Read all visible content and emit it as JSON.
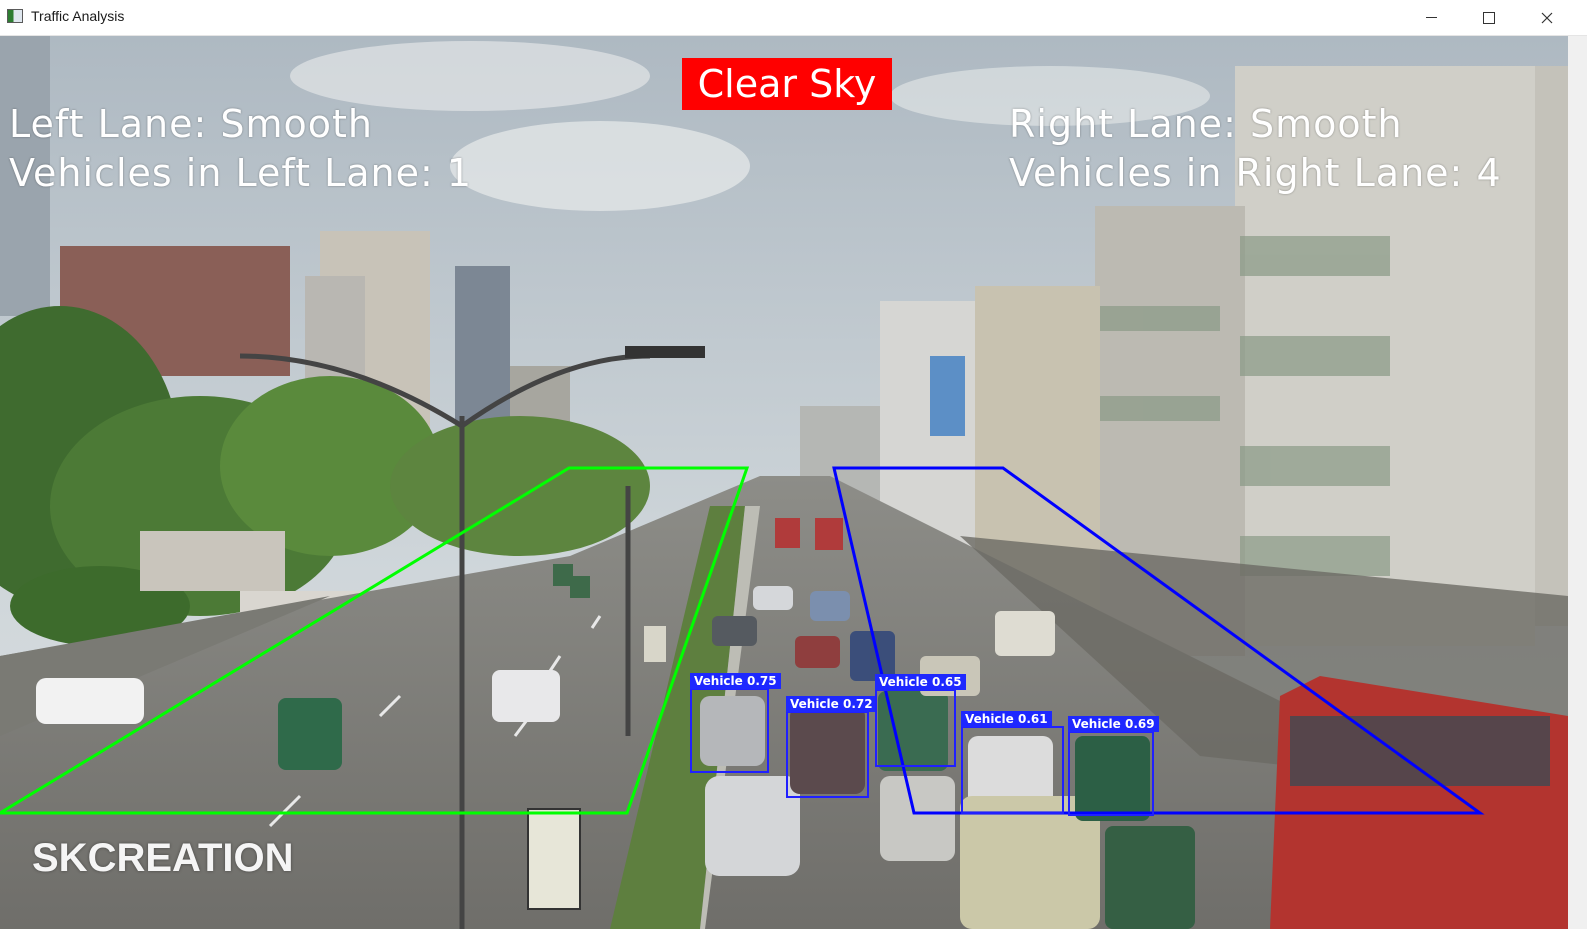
{
  "window": {
    "title": "Traffic Analysis",
    "minimize_glyph": "minimize",
    "maximize_glyph": "maximize",
    "close_glyph": "close"
  },
  "overlay": {
    "weather": "Clear Sky",
    "left_lane_status": "Left Lane: Smooth",
    "left_lane_count": "Vehicles in Left Lane: 1",
    "right_lane_status": "Right Lane: Smooth",
    "right_lane_count": "Vehicles in Right Lane: 4",
    "watermark": "SKCREATION"
  },
  "detections": [
    {
      "label": "Vehicle 0.75"
    },
    {
      "label": "Vehicle 0.72"
    },
    {
      "label": "Vehicle 0.65"
    },
    {
      "label": "Vehicle 0.61"
    },
    {
      "label": "Vehicle 0.69"
    }
  ],
  "colors": {
    "left_lane_polygon": "#00ff00",
    "right_lane_polygon": "#0000ff",
    "weather_badge": "#ff0000",
    "detection_box": "#2020ff"
  }
}
